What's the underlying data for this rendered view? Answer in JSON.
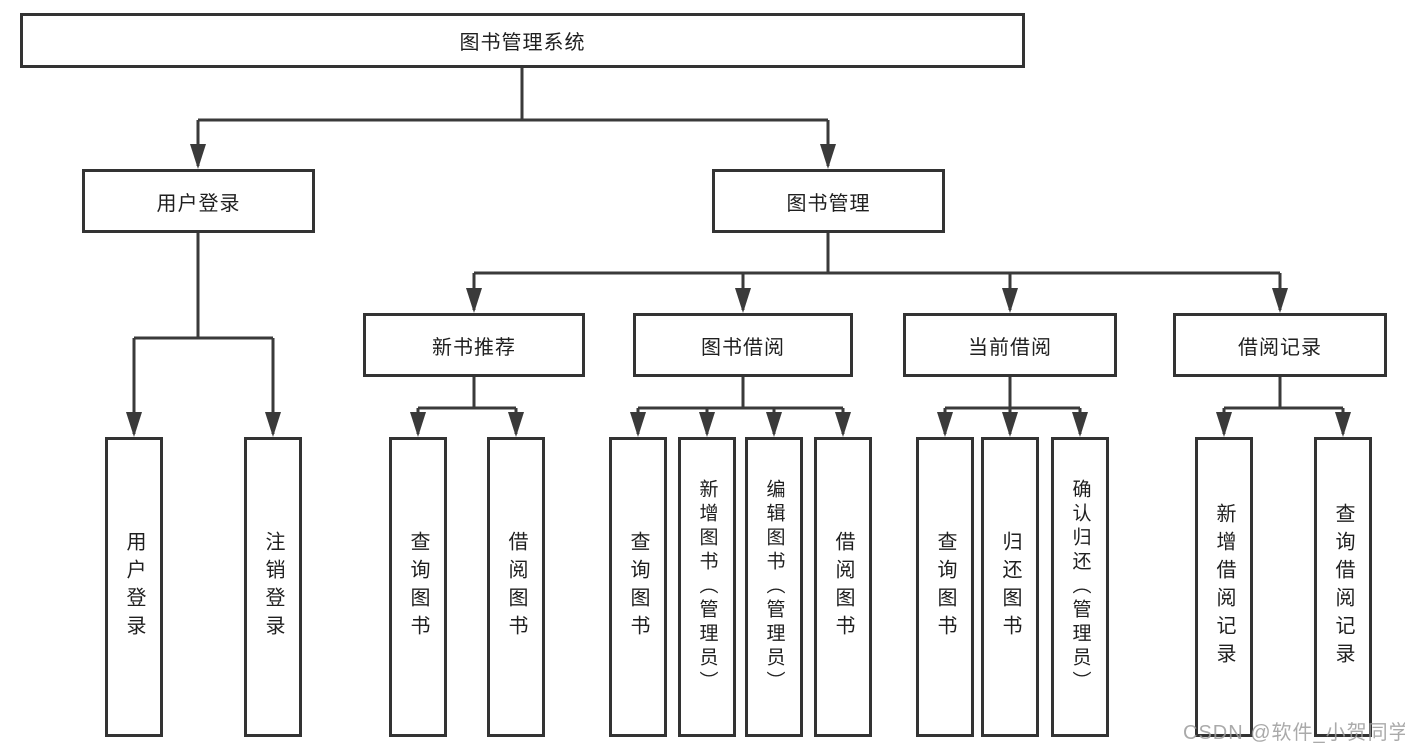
{
  "diagram": {
    "root": {
      "label": "图书管理系统"
    },
    "level2": [
      {
        "label": "用户登录"
      },
      {
        "label": "图书管理"
      }
    ],
    "level3": [
      {
        "label": "新书推荐",
        "parent": "图书管理"
      },
      {
        "label": "图书借阅",
        "parent": "图书管理"
      },
      {
        "label": "当前借阅",
        "parent": "图书管理"
      },
      {
        "label": "借阅记录",
        "parent": "图书管理"
      }
    ],
    "leaves": [
      {
        "label": "用户登录",
        "parent": "用户登录"
      },
      {
        "label": "注销登录",
        "parent": "用户登录"
      },
      {
        "label": "查询图书",
        "parent": "新书推荐"
      },
      {
        "label": "借阅图书",
        "parent": "新书推荐"
      },
      {
        "label": "查询图书",
        "parent": "图书借阅"
      },
      {
        "label": "新增图书（管理员）",
        "parent": "图书借阅"
      },
      {
        "label": "编辑图书（管理员）",
        "parent": "图书借阅"
      },
      {
        "label": "借阅图书",
        "parent": "图书借阅"
      },
      {
        "label": "查询图书",
        "parent": "当前借阅"
      },
      {
        "label": "归还图书",
        "parent": "当前借阅"
      },
      {
        "label": "确认归还（管理员）",
        "parent": "当前借阅"
      },
      {
        "label": "新增借阅记录",
        "parent": "借阅记录"
      },
      {
        "label": "查询借阅记录",
        "parent": "借阅记录"
      }
    ]
  },
  "watermark": {
    "text": "CSDN @软件_小贺同学"
  },
  "colors": {
    "line": "#3a3a3a",
    "border": "#333333",
    "text": "#1f1f1f",
    "watermark": "#9c9c9c",
    "background": "#ffffff"
  }
}
